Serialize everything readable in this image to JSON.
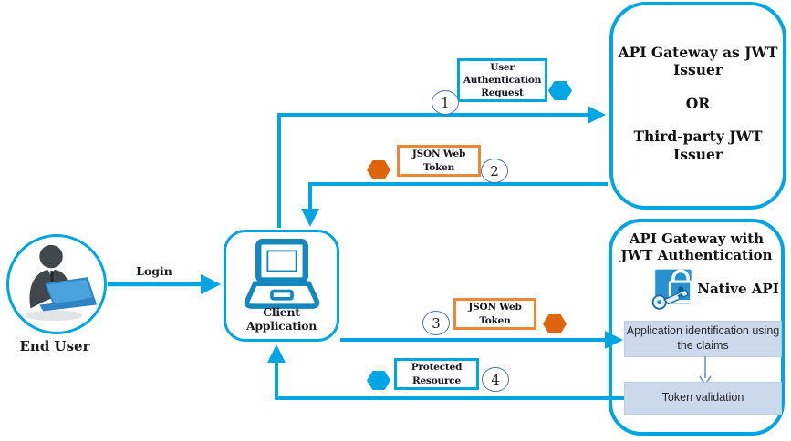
{
  "nodes": {
    "end_user": {
      "label": "End User"
    },
    "client_app": {
      "label": "Client Application"
    },
    "jwt_issuer": {
      "line1": "API Gateway as JWT Issuer",
      "separator": "OR",
      "line2": "Third-party JWT Issuer"
    },
    "api_gateway": {
      "title": "API Gateway with JWT Authentication",
      "native_api_label": "Native API",
      "steps": [
        {
          "label": "Application identification using the claims"
        },
        {
          "label": "Token validation"
        }
      ]
    }
  },
  "flows": {
    "login": {
      "label": "Login"
    },
    "step1": {
      "number": "1",
      "label": "User Authentication Request"
    },
    "step2": {
      "number": "2",
      "label": "JSON Web Token"
    },
    "step3": {
      "number": "3",
      "label": "JSON Web Token"
    },
    "step4": {
      "number": "4",
      "label": "Protected Resource"
    }
  },
  "colors": {
    "cyan": "#00a5e3",
    "orange_border": "#ed8733",
    "orange_hexagon": "#e0650a",
    "step_panel_fill": "#ccd9ed",
    "step_arrow": "#6b93ce"
  }
}
